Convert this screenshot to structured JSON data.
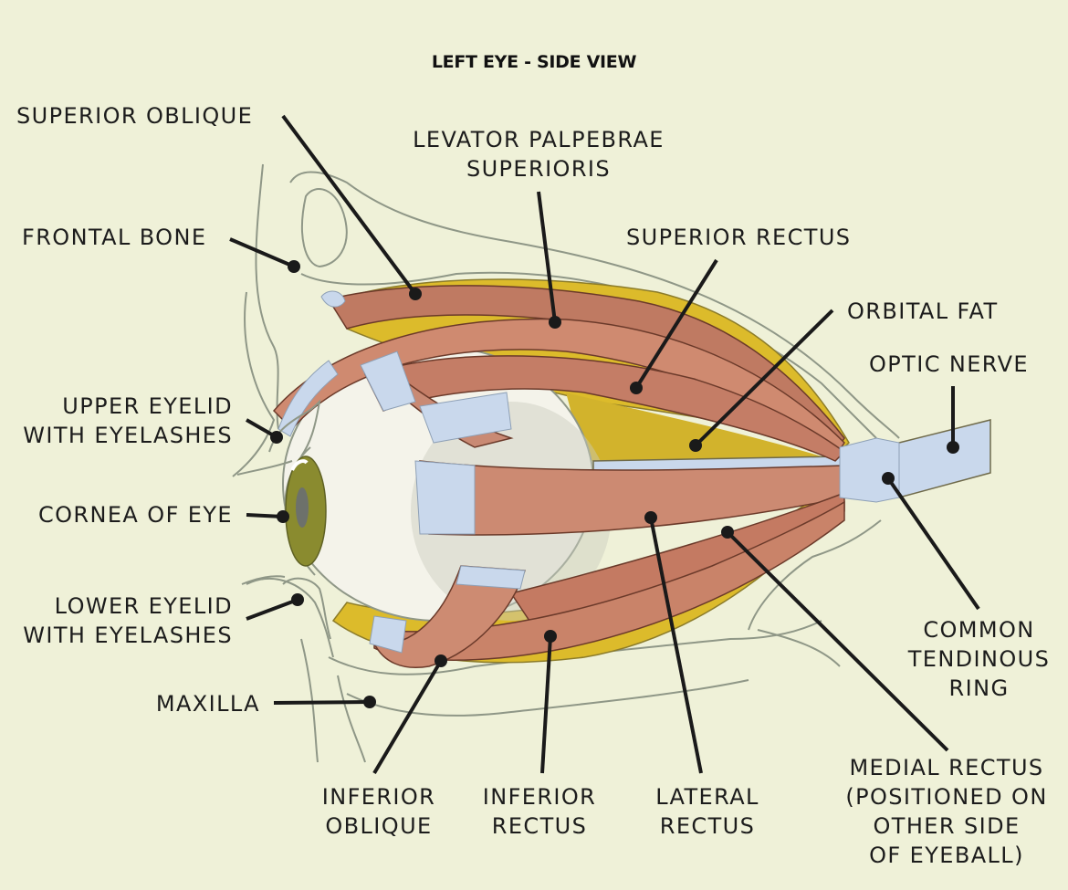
{
  "title": "LEFT EYE - SIDE VIEW",
  "colors": {
    "background": "#eff1d8",
    "muscle": "#c97e66",
    "muscle_dark": "#9c4a35",
    "fat": "#d9b62a",
    "tendon": "#c9d8ec",
    "bone_outline": "#8f9787",
    "eyeball": "#f4f3ea",
    "iris": "#8a8b2f",
    "leader": "#1a1a1a"
  },
  "labels": [
    {
      "id": "superior-oblique",
      "text": "SUPERIOR OBLIQUE"
    },
    {
      "id": "levator-palpebrae-superioris",
      "text": "LEVATOR PALPEBRAE\nSUPERIORIS"
    },
    {
      "id": "frontal-bone",
      "text": "FRONTAL BONE"
    },
    {
      "id": "superior-rectus",
      "text": "SUPERIOR RECTUS"
    },
    {
      "id": "orbital-fat",
      "text": "ORBITAL FAT"
    },
    {
      "id": "optic-nerve",
      "text": "OPTIC NERVE"
    },
    {
      "id": "upper-eyelid",
      "text": "UPPER EYELID\nWITH EYELASHES"
    },
    {
      "id": "cornea",
      "text": "CORNEA OF EYE"
    },
    {
      "id": "lower-eyelid",
      "text": "LOWER EYELID\nWITH EYELASHES"
    },
    {
      "id": "maxilla",
      "text": "MAXILLA"
    },
    {
      "id": "common-tendinous-ring",
      "text": "COMMON\nTENDINOUS\nRING"
    },
    {
      "id": "inferior-oblique",
      "text": "INFERIOR\nOBLIQUE"
    },
    {
      "id": "inferior-rectus",
      "text": "INFERIOR\nRECTUS"
    },
    {
      "id": "lateral-rectus",
      "text": "LATERAL\nRECTUS"
    },
    {
      "id": "medial-rectus",
      "text": "MEDIAL RECTUS\n(POSITIONED ON\nOTHER SIDE\nOF EYEBALL)"
    }
  ]
}
